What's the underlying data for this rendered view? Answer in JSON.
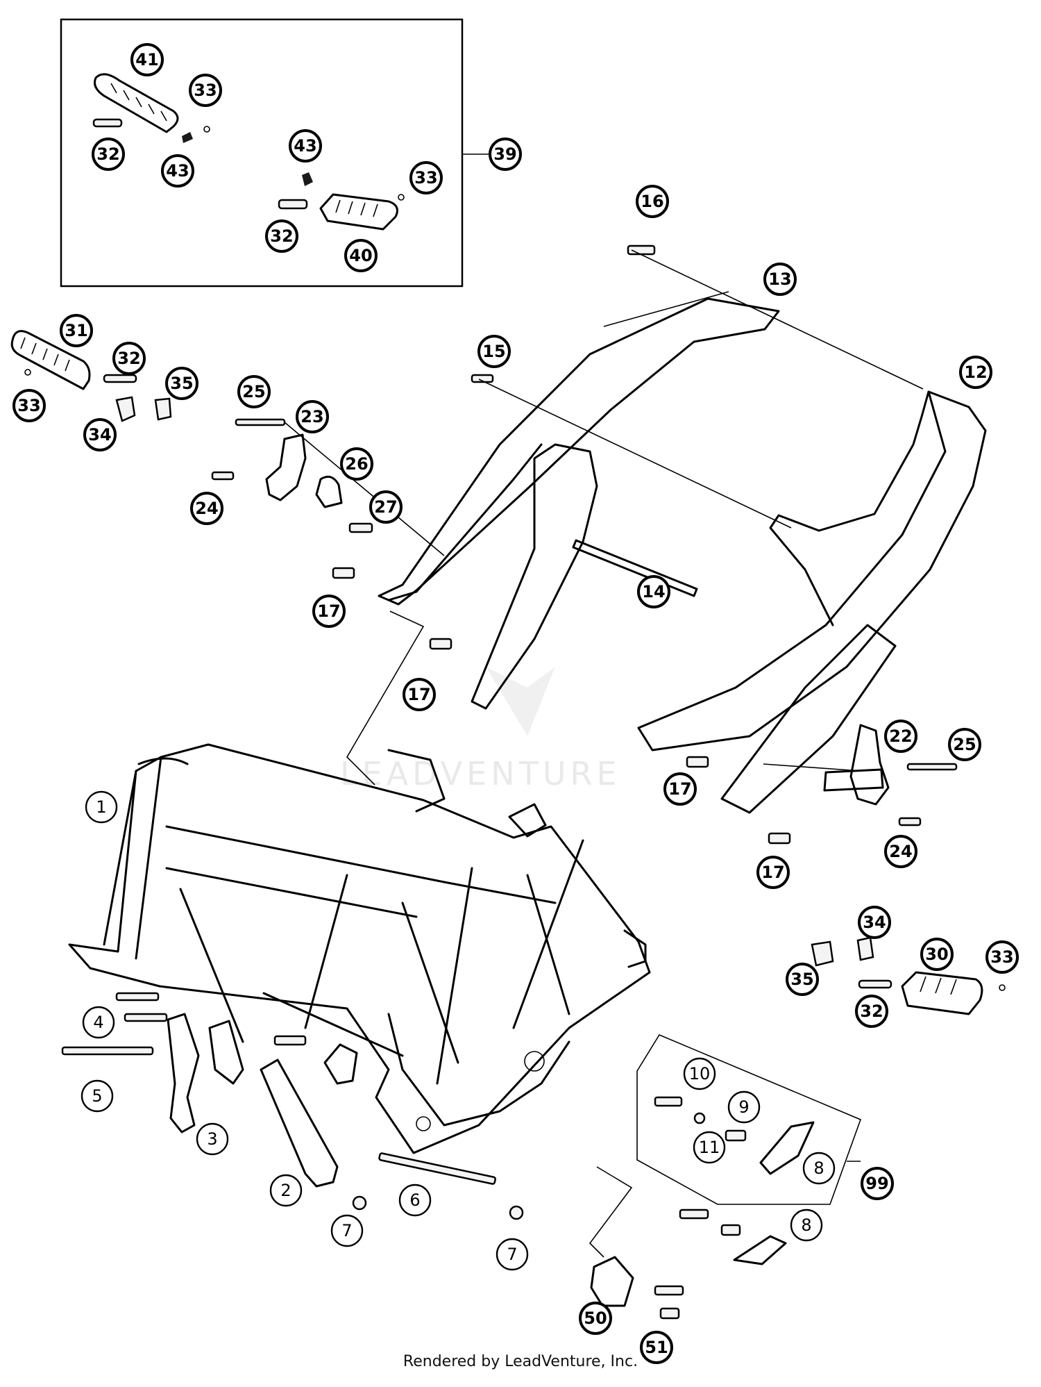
{
  "callouts": [
    "1",
    "2",
    "3",
    "4",
    "5",
    "6",
    "7",
    "8",
    "9",
    "10",
    "11",
    "12",
    "13",
    "14",
    "15",
    "16",
    "17",
    "22",
    "23",
    "24",
    "25",
    "26",
    "27",
    "30",
    "31",
    "32",
    "33",
    "34",
    "35",
    "39",
    "40",
    "41",
    "43",
    "50",
    "51",
    "99"
  ],
  "watermark": "LEADVENTURE",
  "footer": "Rendered by LeadVenture, Inc."
}
